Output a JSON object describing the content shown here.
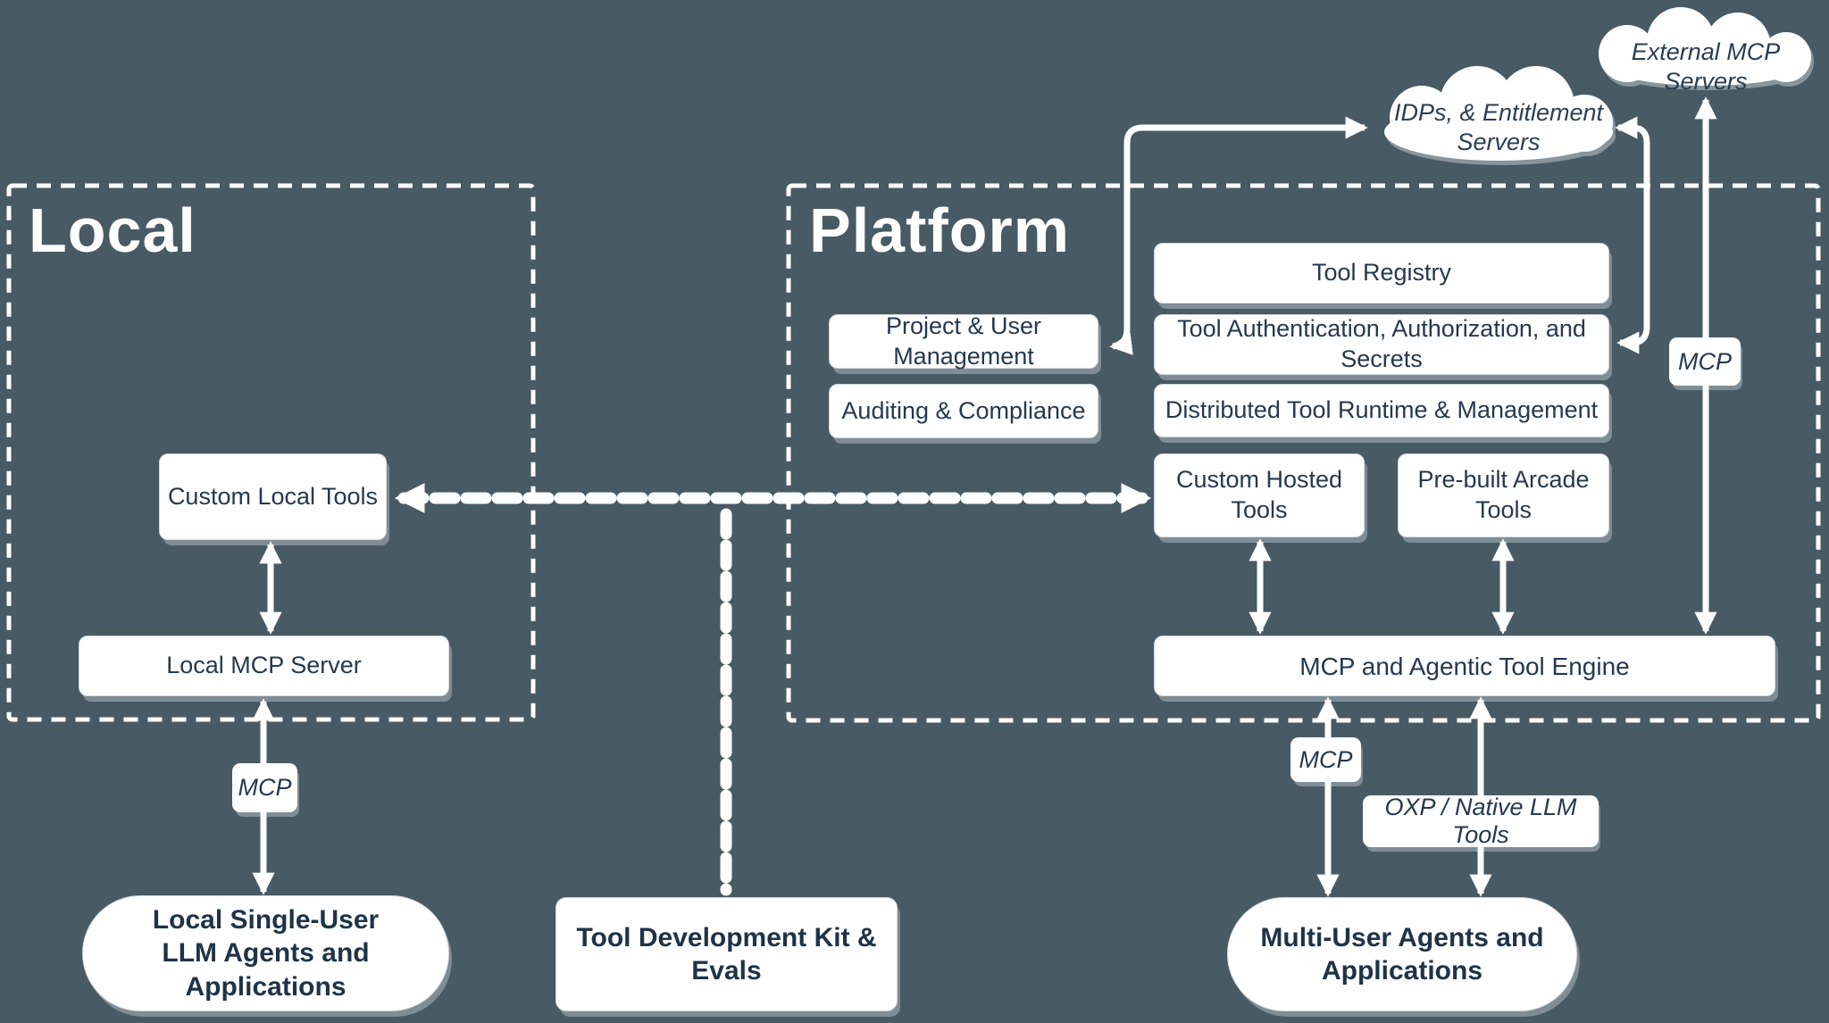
{
  "colors": {
    "background": "#485a64",
    "box_fill": "#ffffff",
    "box_text": "#25394e",
    "line_color": "#ffffff"
  },
  "local": {
    "title": "Local",
    "custom_local_tools": "Custom Local Tools",
    "local_mcp_server": "Local MCP Server",
    "mcp_label": "MCP",
    "agents_pill": {
      "line1": "Local Single-User",
      "line2": "LLM Agents and Applications"
    }
  },
  "platform": {
    "title": "Platform",
    "tool_registry": "Tool Registry",
    "tool_auth": "Tool Authentication, Authorization, and Secrets",
    "distributed_runtime": "Distributed Tool Runtime & Management",
    "project_user_mgmt": "Project & User Management",
    "auditing_compliance": "Auditing & Compliance",
    "custom_hosted_tools": "Custom Hosted Tools",
    "prebuilt_arcade_tools": "Pre-built Arcade Tools",
    "engine": "MCP and Agentic Tool Engine",
    "mcp_label_right": "MCP",
    "mcp_label_bottom": "MCP",
    "oxp_label": "OXP / Native LLM Tools",
    "multi_user_pill": {
      "line1": "Multi-User Agents and",
      "line2": "Applications"
    }
  },
  "clouds": {
    "external_mcp": "External MCP Servers",
    "idps": {
      "line1": "IDPs, & Entitlement",
      "line2": "Servers"
    }
  },
  "tool_dev_kit": "Tool Development Kit & Evals"
}
